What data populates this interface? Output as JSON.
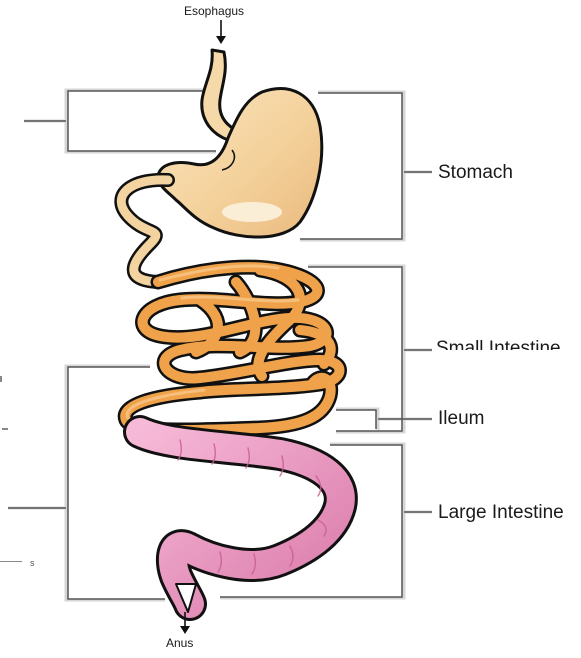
{
  "labels": {
    "esophagus": "Esophagus",
    "stomach": "Stomach",
    "small_intestine": "Small Intestine",
    "ileum": "Ileum",
    "large_intestine": "Large Intestine",
    "anus": "Anus",
    "edge_mark": "s"
  },
  "colors": {
    "stomach_fill": "#f6d9a8",
    "small_intestine_fill": "#f0a24a",
    "large_intestine_fill": "#ee9cc4",
    "outline": "#111111",
    "bracket": "#d9d9d9"
  }
}
